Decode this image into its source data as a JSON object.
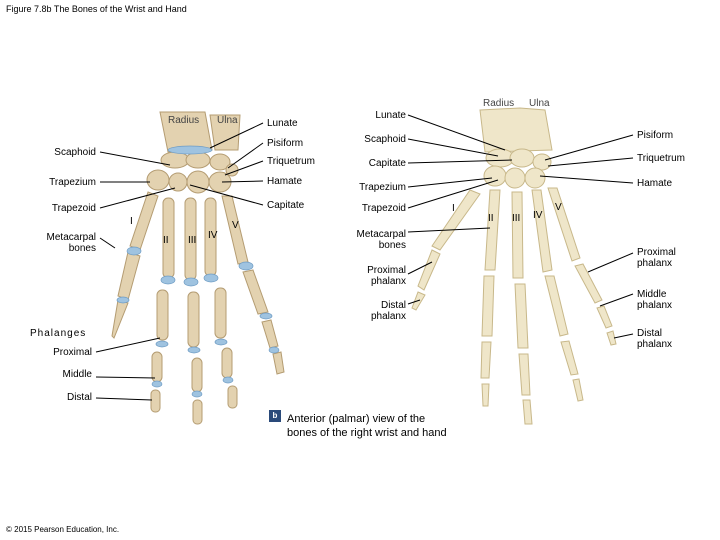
{
  "figure_title": "Figure 7.8b The Bones of the Wrist and Hand",
  "copyright": "© 2015 Pearson Education, Inc.",
  "caption": {
    "badge": "b",
    "line1": "Anterior (palmar) view of the",
    "line2": "bones of the right wrist and hand"
  },
  "illustration": {
    "top_labels": {
      "radius": "Radius",
      "ulna": "Ulna"
    },
    "left_labels": {
      "scaphoid": "Scaphoid",
      "trapezium": "Trapezium",
      "trapezoid": "Trapezoid",
      "metacarpal_1": "Metacarpal",
      "metacarpal_2": "bones",
      "phalanges": "Phalanges",
      "proximal": "Proximal",
      "middle": "Middle",
      "distal": "Distal"
    },
    "right_labels": {
      "lunate": "Lunate",
      "pisiform": "Pisiform",
      "triquetrum": "Triquetrum",
      "hamate": "Hamate",
      "capitate": "Capitate"
    },
    "numerals": [
      "I",
      "II",
      "III",
      "IV",
      "V"
    ]
  },
  "photo": {
    "top_labels": {
      "radius": "Radius",
      "ulna": "Ulna"
    },
    "left_labels": {
      "lunate": "Lunate",
      "scaphoid": "Scaphoid",
      "capitate": "Capitate",
      "trapezium": "Trapezium",
      "trapezoid": "Trapezoid",
      "metacarpal_1": "Metacarpal",
      "metacarpal_2": "bones",
      "proximal_1": "Proximal",
      "proximal_2": "phalanx",
      "distal_1": "Distal",
      "distal_2": "phalanx"
    },
    "right_labels": {
      "pisiform": "Pisiform",
      "triquetrum": "Triquetrum",
      "hamate": "Hamate",
      "proximal_1": "Proximal",
      "proximal_2": "phalanx",
      "middle_1": "Middle",
      "middle_2": "phalanx",
      "distal_1": "Distal",
      "distal_2": "phalanx"
    },
    "numerals": [
      "I",
      "II",
      "III",
      "IV",
      "V"
    ]
  },
  "colors": {
    "bone": "#e3d2b0",
    "bone_edge": "#b49c72",
    "cartilage": "#9fc3e0",
    "photo_bone": "#efe6c9",
    "photo_edge": "#c8b88a",
    "badge": "#2a4a7a"
  }
}
